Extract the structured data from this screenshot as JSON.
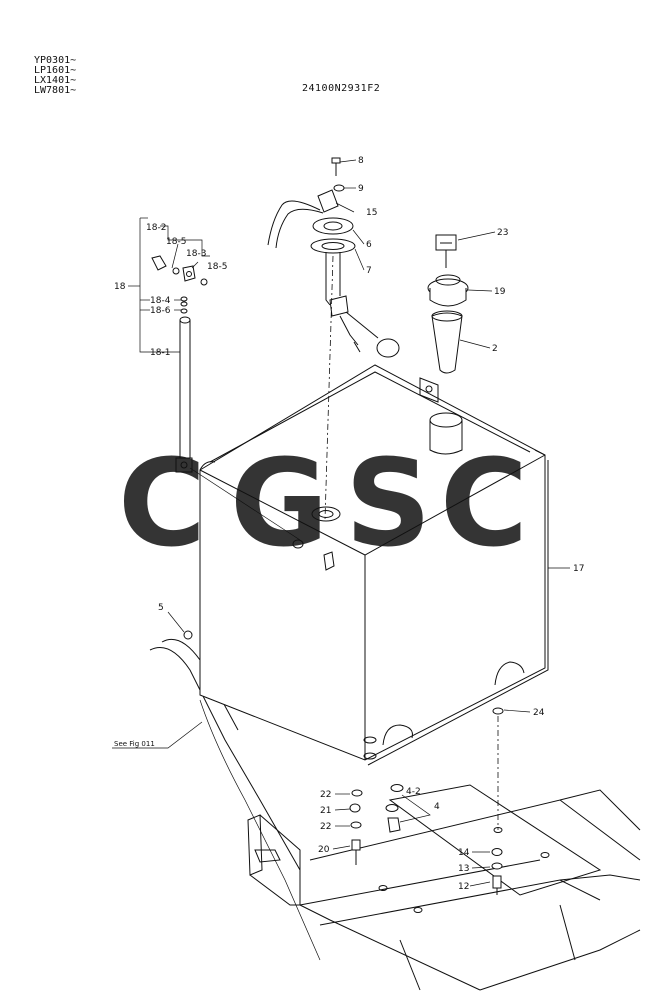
{
  "header": {
    "serials": [
      "YP0301~",
      "LP1601~",
      "LX1401~",
      "LW7801~"
    ],
    "drawing_code": "24100N2931F2"
  },
  "watermark": {
    "text": "CGSC",
    "colors": [
      "#4f8ef7",
      "#f26b5b",
      "#f9d65c",
      "#3aa876"
    ]
  },
  "reference": "See Fig 011",
  "callouts": {
    "c8": "8",
    "c9": "9",
    "c15": "15",
    "c6": "6",
    "c7": "7",
    "c23": "23",
    "c19": "19",
    "c2": "2",
    "c17": "17",
    "c5": "5",
    "c24": "24",
    "c18": "18",
    "c18_1": "18-1",
    "c18_2": "18-2",
    "c18_3": "18-3",
    "c18_4": "18-4",
    "c18_5a": "18-5",
    "c18_5b": "18-5",
    "c18_6": "18-6",
    "c22a": "22",
    "c21": "21",
    "c22b": "22",
    "c20": "20",
    "c4": "4",
    "c4_2": "4-2",
    "c14": "14",
    "c13": "13",
    "c12": "12"
  }
}
